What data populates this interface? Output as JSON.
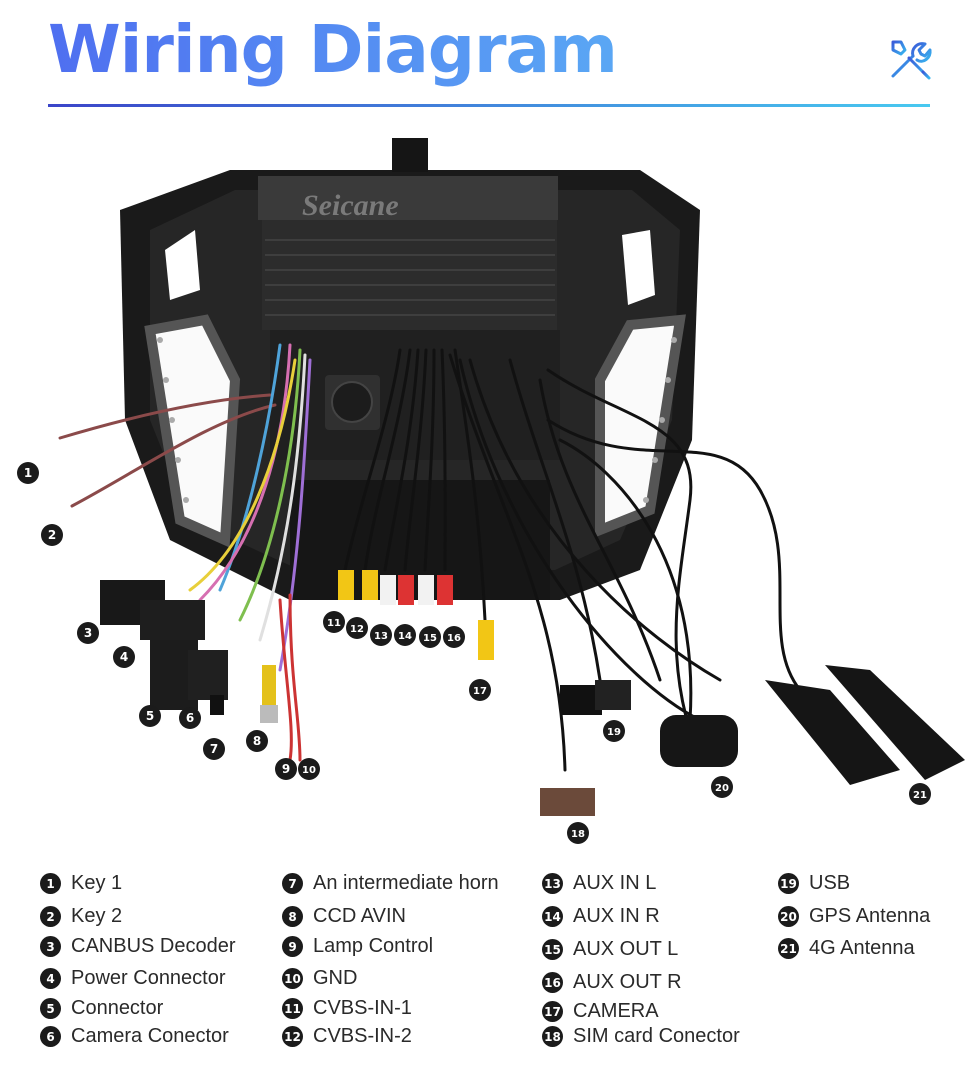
{
  "header": {
    "title": "Wiring Diagram",
    "icon": "tools-icon"
  },
  "device": {
    "brand": "Seicane"
  },
  "callouts": [
    "1",
    "2",
    "3",
    "4",
    "5",
    "6",
    "7",
    "8",
    "9",
    "10",
    "11",
    "12",
    "13",
    "14",
    "15",
    "16",
    "17",
    "18",
    "19",
    "20",
    "21"
  ],
  "legend": [
    {
      "num": "1",
      "label": "Key 1"
    },
    {
      "num": "2",
      "label": "Key 2"
    },
    {
      "num": "3",
      "label": "CANBUS Decoder"
    },
    {
      "num": "4",
      "label": "Power Connector"
    },
    {
      "num": "5",
      "label": "Connector"
    },
    {
      "num": "6",
      "label": "Camera Conector"
    },
    {
      "num": "7",
      "label": "An intermediate horn"
    },
    {
      "num": "8",
      "label": "CCD AVIN"
    },
    {
      "num": "9",
      "label": "Lamp Control"
    },
    {
      "num": "10",
      "label": "GND"
    },
    {
      "num": "11",
      "label": "CVBS-IN-1"
    },
    {
      "num": "12",
      "label": "CVBS-IN-2"
    },
    {
      "num": "13",
      "label": "AUX IN L"
    },
    {
      "num": "14",
      "label": "AUX IN R"
    },
    {
      "num": "15",
      "label": "AUX OUT L"
    },
    {
      "num": "16",
      "label": "AUX OUT R"
    },
    {
      "num": "17",
      "label": "CAMERA"
    },
    {
      "num": "18",
      "label": "SIM card Conector"
    },
    {
      "num": "19",
      "label": "USB"
    },
    {
      "num": "20",
      "label": "GPS Antenna"
    },
    {
      "num": "21",
      "label": "4G Antenna"
    }
  ]
}
